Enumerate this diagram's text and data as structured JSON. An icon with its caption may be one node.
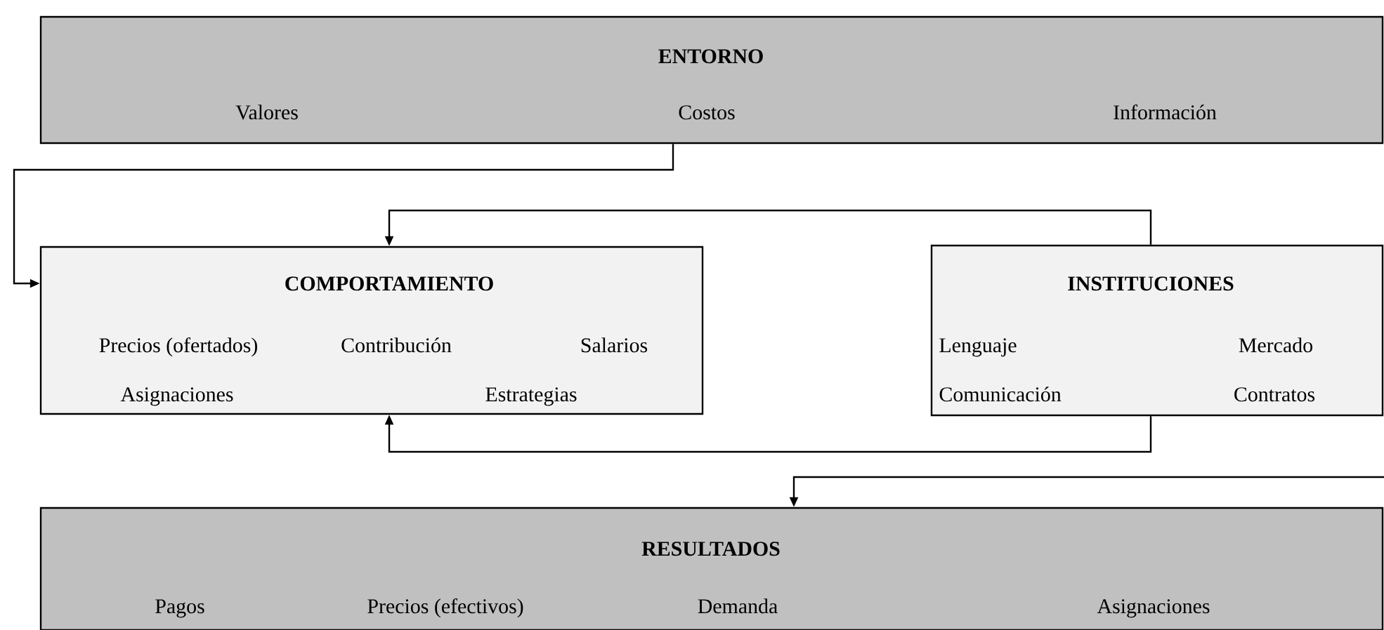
{
  "diagram": {
    "nodes": [
      {
        "text": [
          "ENTORNO",
          "Valores",
          "Costos",
          "Información"
        ]
      },
      {
        "text": [
          "COMPORTAMIENTO",
          "Precios (ofertados)",
          "Contribución",
          "Salarios",
          "Asignaciones",
          "Estrategias"
        ]
      },
      {
        "text": [
          "INSTITUCIONES",
          "Lenguaje",
          "Mercado",
          "Comunicación",
          "Contratos"
        ]
      },
      {
        "text": [
          "RESULTADOS",
          "Pagos",
          "Precios (efectivos)",
          "Demanda",
          "Asignaciones"
        ]
      }
    ],
    "edges": [
      {
        "from": 0,
        "to": 1,
        "arrow": "to"
      },
      {
        "from": 2,
        "to": 1,
        "arrow": "to"
      },
      {
        "from": 2,
        "to": 1,
        "arrow": "to"
      },
      {
        "from": null,
        "to": 3,
        "arrow": "to"
      }
    ]
  }
}
